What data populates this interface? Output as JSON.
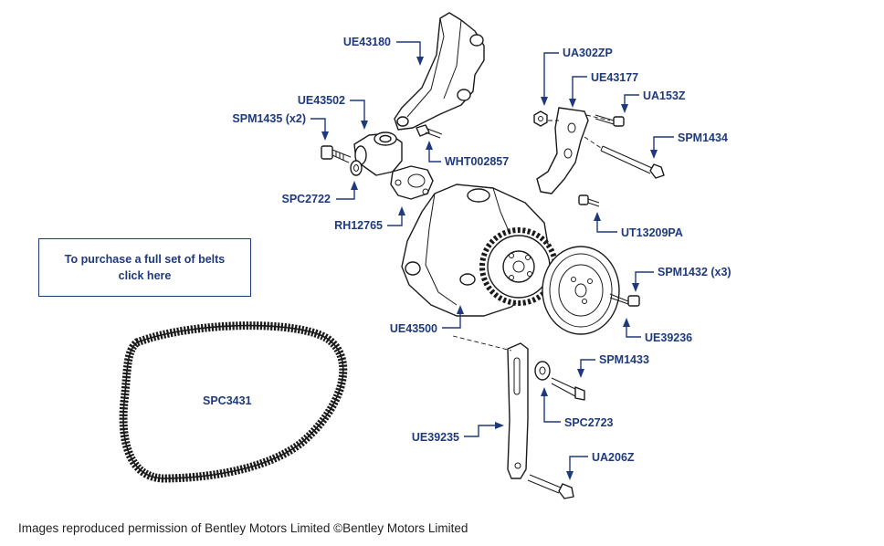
{
  "labels": {
    "ue43180": "UE43180",
    "ua302zp": "UA302ZP",
    "ue43177": "UE43177",
    "ua153z": "UA153Z",
    "ue43502": "UE43502",
    "spm1435": "SPM1435 (x2)",
    "spm1434": "SPM1434",
    "wht002857": "WHT002857",
    "spc2722": "SPC2722",
    "rh12765": "RH12765",
    "ut13209pa": "UT13209PA",
    "spm1432": "SPM1432 (x3)",
    "ue43500": "UE43500",
    "ue39236": "UE39236",
    "spm1433": "SPM1433",
    "spc3431": "SPC3431",
    "spc2723": "SPC2723",
    "ue39235": "UE39235",
    "ua206z": "UA206Z"
  },
  "purchase": {
    "line1": "To purchase a full set of belts",
    "line2": "click here"
  },
  "footer": {
    "copyright": "Images reproduced permission of Bentley Motors Limited ©Bentley Motors Limited"
  },
  "colors": {
    "label_blue": "#1f3a7a",
    "line_black": "#1a1a1a"
  }
}
